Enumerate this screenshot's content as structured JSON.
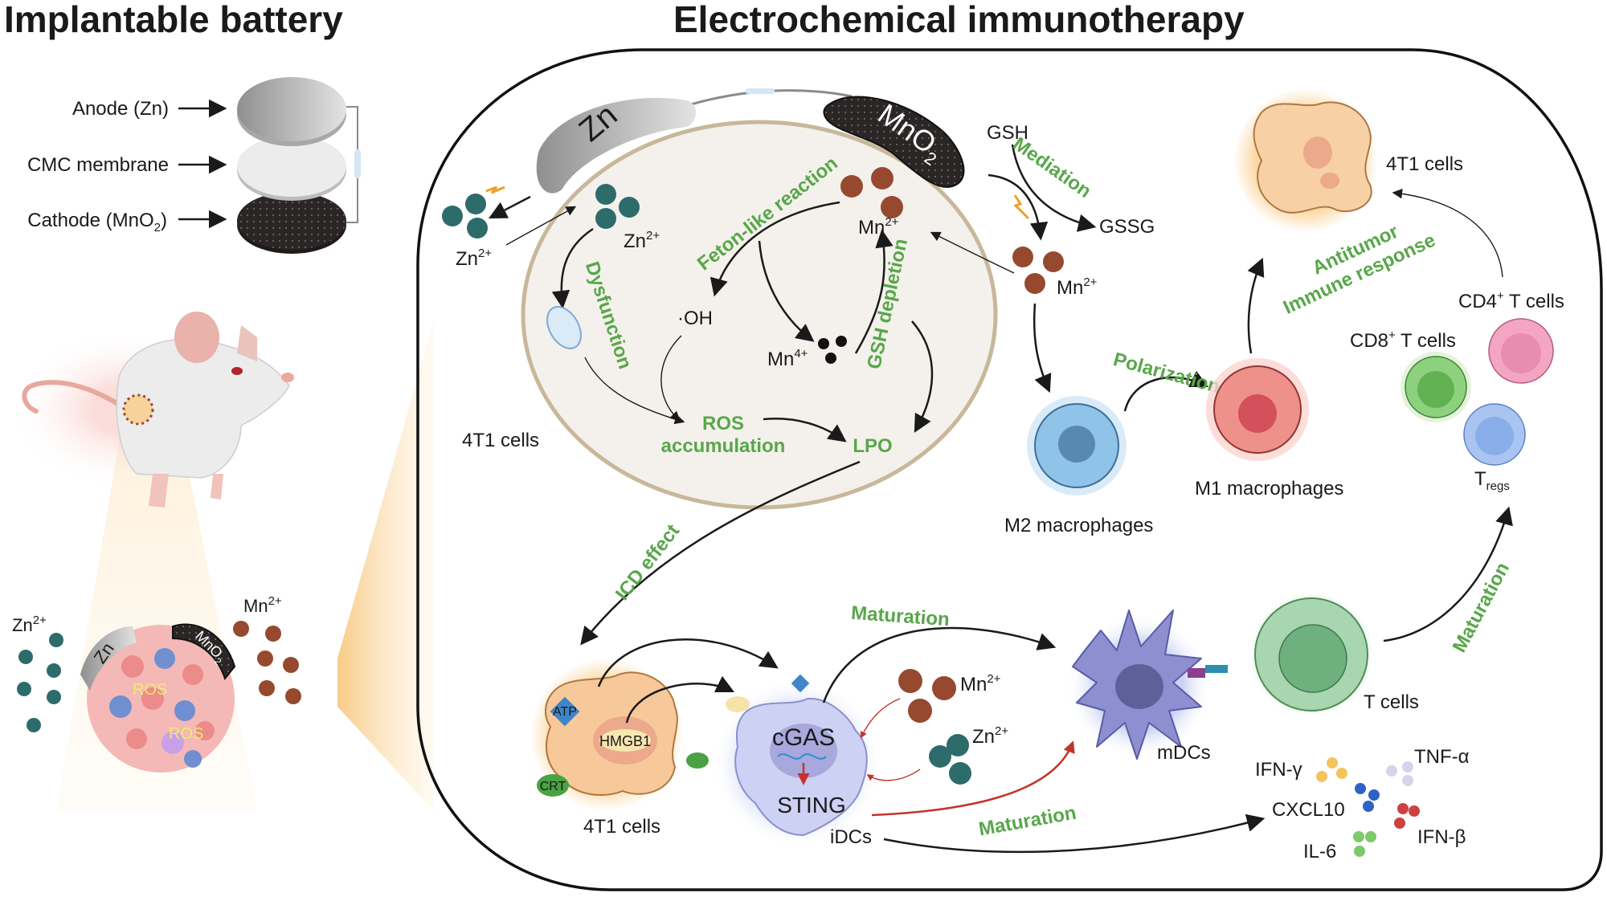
{
  "titles": {
    "left": "Implantable battery",
    "right": "Electrochemical immunotherapy"
  },
  "battery": {
    "anode_label": "Anode (Zn)",
    "membrane_label": "CMC membrane",
    "cathode_label_main": "Cathode (MnO",
    "cathode_label_sub": "2",
    "cathode_label_end": ")"
  },
  "electrodes": {
    "zn": "Zn",
    "mno2_main": "MnO",
    "mno2_sub": "2"
  },
  "ions": {
    "zn_base": "Zn",
    "zn_charge": "2+",
    "mn_base": "Mn",
    "mn_charge": "2+",
    "mn4_base": "Mn",
    "mn4_charge": "4+"
  },
  "cell_interior": {
    "fenton": "Feton-like reaction",
    "dysfunction": "Dysfunction",
    "gsh_depletion": "GSH depletion",
    "oh_radical": "·OH",
    "ros_line1": "ROS",
    "ros_line2": "accumulation",
    "lpo": "LPO",
    "cell_label": "4T1 cells"
  },
  "gsh_path": {
    "gsh": "GSH",
    "gssg": "GSSG",
    "mediation": "Mediation"
  },
  "macrophages": {
    "polarization": "Polarization",
    "m2": "M2 macrophages",
    "m1": "M1 macrophages"
  },
  "antitumor": {
    "line1": "Antitumor",
    "line2": "Immune response",
    "tumor_label": "4T1 cells"
  },
  "t_subsets": {
    "cd4_pre": "CD4",
    "cd4_sup": "+",
    "cd4_post": " T cells",
    "cd8_pre": "CD8",
    "cd8_sup": "+",
    "cd8_post": " T cells",
    "treg_main": "T",
    "treg_sub": "regs"
  },
  "icd": {
    "icd_effect": "ICD effect",
    "atp": "ATP",
    "hmgb1": "HMGB1",
    "crt": "CRT",
    "cell_label": "4T1 cells",
    "cgas": "cGAS",
    "sting": "STING",
    "idcs": "iDCs"
  },
  "dc": {
    "maturation_top": "Maturation",
    "maturation_bottom": "Maturation",
    "maturation_right": "Maturation",
    "mdcs": "mDCs",
    "t_cells": "T cells"
  },
  "cytokines": {
    "ifn_gamma": "IFN-γ",
    "tnf_alpha": "TNF-α",
    "cxcl10": "CXCL10",
    "il6": "IL-6",
    "ifn_beta": "IFN-β"
  },
  "tumor_inset": {
    "zn": "Zn",
    "mno2_main": "MnO",
    "mno2_sub": "2",
    "ros": "ROS"
  },
  "colors": {
    "accent_green": "#58a74a",
    "zn_ion": "#2e6b6b",
    "mn_ion": "#96492f",
    "red_arrow": "#c4342b"
  }
}
